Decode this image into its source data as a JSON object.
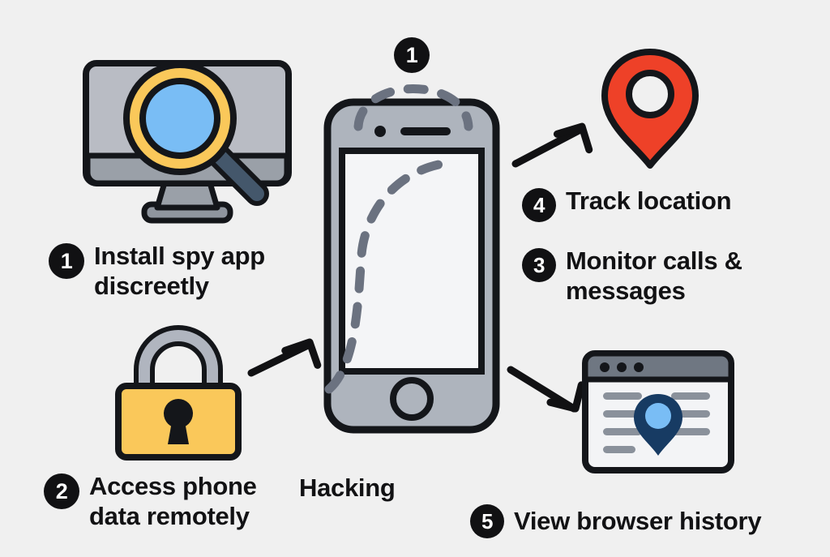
{
  "diagram": {
    "background_color": "#f0f0f0",
    "center_label": "Hacking",
    "badge_on_phone": "1"
  },
  "steps": [
    {
      "number": "1",
      "label": "Install spy app discreetly",
      "icon": "monitor-magnifier-icon"
    },
    {
      "number": "2",
      "label": "Access phone data remotely",
      "icon": "padlock-icon"
    },
    {
      "number": "3",
      "label": "Monitor calls & messages",
      "icon": null
    },
    {
      "number": "4",
      "label": "Track location",
      "icon": "location-pin-icon"
    },
    {
      "number": "5",
      "label": "View browser history",
      "icon": "browser-window-icon"
    }
  ],
  "icons": {
    "monitor": "monitor-icon",
    "magnifier": "magnifier-icon",
    "padlock": "padlock-icon",
    "phone": "smartphone-icon",
    "location_pin": "location-pin-icon",
    "browser": "browser-window-icon",
    "arrow_left_to_phone": "arrow-right-icon",
    "arrow_phone_to_pin": "arrow-up-right-icon",
    "arrow_phone_to_browser": "arrow-down-right-icon",
    "dashed_signal": "dashed-signal-path-icon"
  },
  "colors": {
    "badge_bg": "#111113",
    "badge_text": "#ffffff",
    "text": "#121214",
    "outline": "#14161a",
    "monitor_screen": "#b9bcc4",
    "monitor_bezel": "#9aa0a8",
    "magnifier_ring": "#fac85a",
    "magnifier_lens": "#79bdf5",
    "magnifier_handle": "#44576b",
    "padlock_body": "#fac85a",
    "padlock_shackle": "#b0b5bf",
    "phone_body": "#aeb4bd",
    "phone_screen": "#f4f5f7",
    "pin_red": "#ee4128",
    "browser_bar": "#6f7782",
    "browser_page": "#f3f4f6",
    "browser_pin": "#173b63",
    "browser_pin_center": "#79bdf5",
    "text_line": "#8a919b",
    "dash_gray": "#6b7280"
  }
}
